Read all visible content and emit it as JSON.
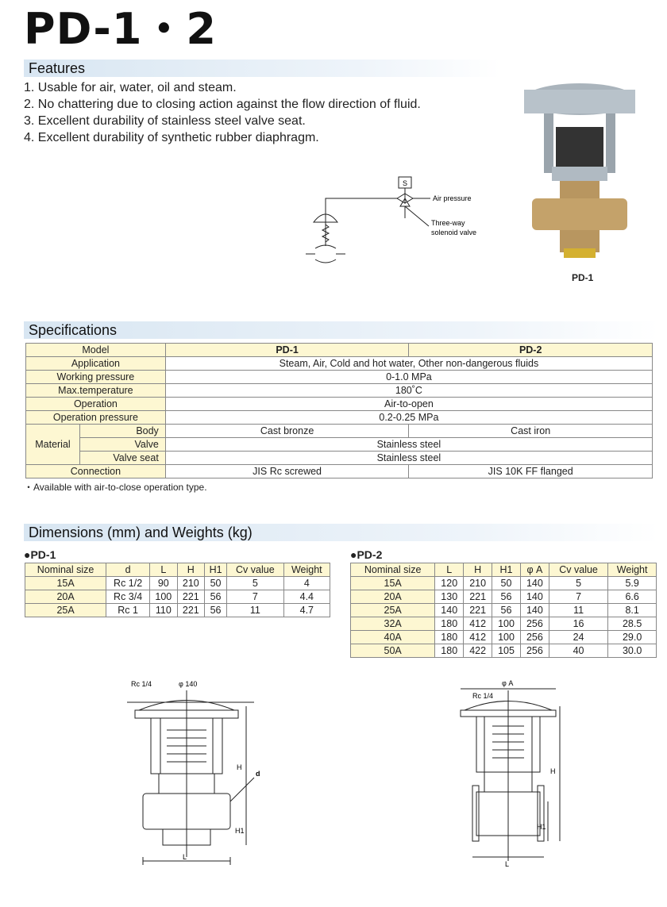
{
  "title": "PD-1・2",
  "features": {
    "heading": "Features",
    "items": [
      "1. Usable for air, water, oil and steam.",
      "2. No chattering due to closing action against the flow direction of fluid.",
      "3. Excellent durability of stainless steel valve seat.",
      "4. Excellent durability of synthetic rubber diaphragm."
    ]
  },
  "schematic": {
    "solenoid_mark": "S",
    "air_pressure": "Air pressure",
    "three_way_1": "Three-way",
    "three_way_2": "solenoid valve"
  },
  "photo": {
    "caption": "PD-1"
  },
  "specifications": {
    "heading": "Specifications",
    "header": [
      "Model",
      "PD-1",
      "PD-2"
    ],
    "application": [
      "Application",
      "Steam, Air, Cold and hot water, Other non-dangerous fluids"
    ],
    "working_pressure": [
      "Working pressure",
      "0-1.0 MPa"
    ],
    "max_temperature": [
      "Max.temperature",
      "180˚C"
    ],
    "operation": [
      "Operation",
      "Air-to-open"
    ],
    "operation_pressure": [
      "Operation pressure",
      "0.2-0.25 MPa"
    ],
    "material": "Material",
    "body": [
      "Body",
      "Cast bronze",
      "Cast iron"
    ],
    "valve": [
      "Valve",
      "Stainless steel"
    ],
    "valve_seat": [
      "Valve seat",
      "Stainless steel"
    ],
    "connection": [
      "Connection",
      "JIS Rc screwed",
      "JIS 10K FF flanged"
    ],
    "note": "・Available with air-to-close operation type."
  },
  "dimensions": {
    "heading": "Dimensions (mm) and Weights (kg)",
    "pd1": {
      "label": "●PD-1",
      "headers": [
        "Nominal size",
        "d",
        "L",
        "H",
        "H1",
        "Cv value",
        "Weight"
      ],
      "rows": [
        [
          "15A",
          "Rc 1/2",
          "90",
          "210",
          "50",
          "5",
          "4"
        ],
        [
          "20A",
          "Rc 3/4",
          "100",
          "221",
          "56",
          "7",
          "4.4"
        ],
        [
          "25A",
          "Rc 1",
          "110",
          "221",
          "56",
          "11",
          "4.7"
        ]
      ]
    },
    "pd2": {
      "label": "●PD-2",
      "headers": [
        "Nominal size",
        "L",
        "H",
        "H1",
        "φ A",
        "Cv value",
        "Weight"
      ],
      "rows": [
        [
          "15A",
          "120",
          "210",
          "50",
          "140",
          "5",
          "5.9"
        ],
        [
          "20A",
          "130",
          "221",
          "56",
          "140",
          "7",
          "6.6"
        ],
        [
          "25A",
          "140",
          "221",
          "56",
          "140",
          "11",
          "8.1"
        ],
        [
          "32A",
          "180",
          "412",
          "100",
          "256",
          "16",
          "28.5"
        ],
        [
          "40A",
          "180",
          "412",
          "100",
          "256",
          "24",
          "29.0"
        ],
        [
          "50A",
          "180",
          "422",
          "105",
          "256",
          "40",
          "30.0"
        ]
      ]
    }
  },
  "drawings": {
    "pd1": {
      "rc": "Rc 1/4",
      "dia": "φ 140",
      "h": "H",
      "d": "d",
      "h1": "H1",
      "l": "L"
    },
    "pd2": {
      "dia": "φ A",
      "rc": "Rc 1/4",
      "h": "H",
      "h1": "H1",
      "l": "L"
    }
  }
}
